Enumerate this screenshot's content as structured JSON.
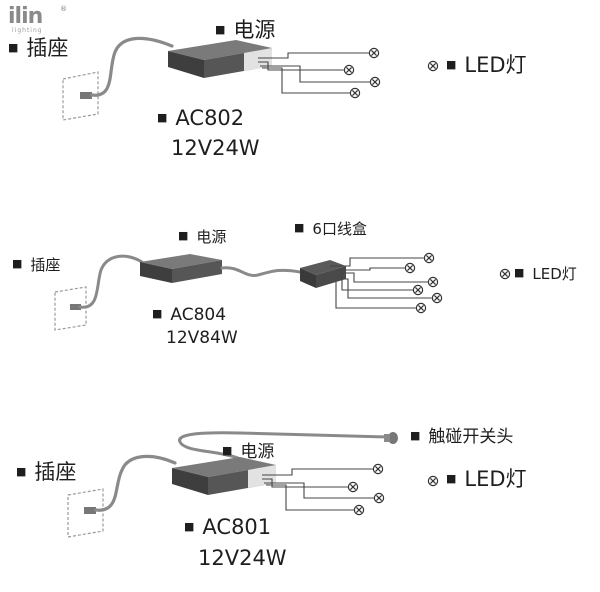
{
  "brand": {
    "name": "ilin",
    "tagline": "lighting",
    "reg": "®"
  },
  "colors": {
    "box_dark": "#3a3a3a",
    "box_top": "#6e6e6e",
    "box_light": "#dcdcdc",
    "wire": "#4a4a4a",
    "cable": "#7a7a7a"
  },
  "icons": {
    "bullet": "■",
    "lamp": "⊗"
  },
  "sections": [
    {
      "socket": "插座",
      "power": "电源",
      "model": "AC802",
      "spec": "12V24W",
      "led": "LED灯"
    },
    {
      "socket": "插座",
      "power": "电源",
      "model": "AC804",
      "spec": "12V84W",
      "led": "LED灯",
      "junction": "6口线盒"
    },
    {
      "socket": "插座",
      "power": "电源",
      "model": "AC801",
      "spec": "12V24W",
      "led": "LED灯",
      "switch": "触碰开关头"
    }
  ]
}
